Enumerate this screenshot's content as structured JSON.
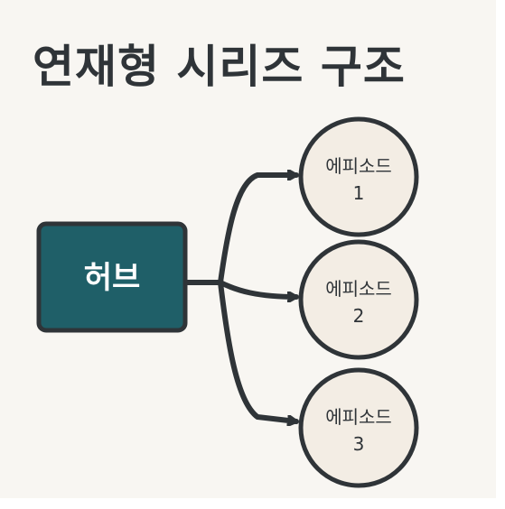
{
  "title": "연재형 시리즈 구조",
  "hub": {
    "label": "허브"
  },
  "episodes": [
    {
      "line1": "에피소드",
      "line2": "1"
    },
    {
      "line1": "에피소드",
      "line2": "2"
    },
    {
      "line1": "에피소드",
      "line2": "3"
    }
  ],
  "colors": {
    "background": "#f8f6f2",
    "hub_fill": "#1f5f68",
    "stroke": "#2f3438",
    "episode_fill": "#f3ede4",
    "text": "#2f3438"
  }
}
